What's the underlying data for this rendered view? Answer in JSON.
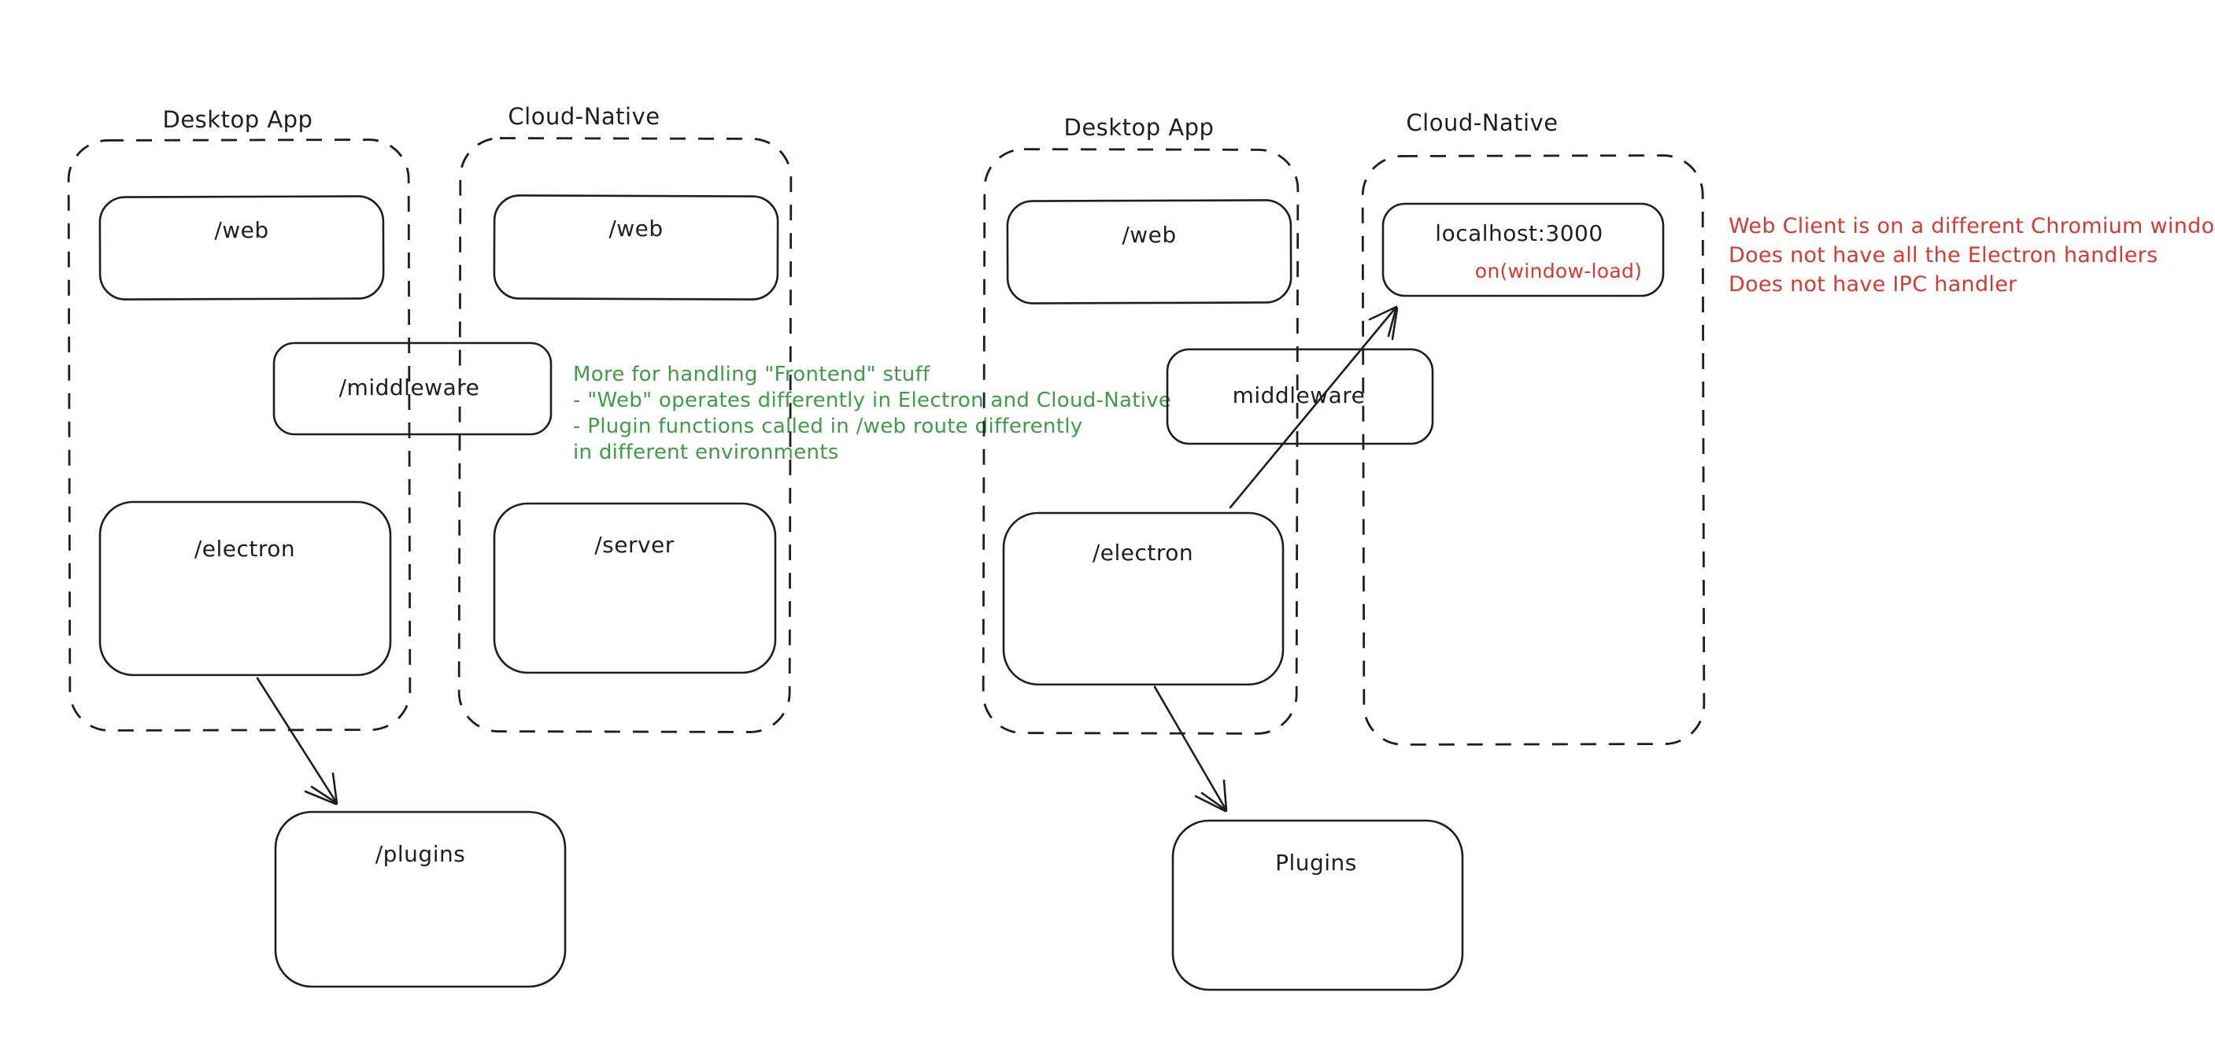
{
  "colors": {
    "ink": "#1e1e1e",
    "green": "#3f9b47",
    "red": "#d13b31",
    "background": "#ffffff"
  },
  "left_diagram": {
    "desktop_container_label": "Desktop App",
    "cloud_container_label": "Cloud-Native",
    "desktop_web_label": "/web",
    "cloud_web_label": "/web",
    "middleware_label": "/middleware",
    "electron_label": "/electron",
    "server_label": "/server",
    "plugins_label": "/plugins",
    "green_note_lines": [
      "More for handling \"Frontend\" stuff",
      "- \"Web\" operates differently in Electron and Cloud-Native",
      "- Plugin functions called in /web route differently",
      "in different environments"
    ]
  },
  "right_diagram": {
    "desktop_container_label": "Desktop App",
    "cloud_container_label": "Cloud-Native",
    "desktop_web_label": "/web",
    "localhost_label": "localhost:3000",
    "window_load_label": "on(window-load)",
    "middleware_label": "middleware",
    "electron_label": "/electron",
    "plugins_label": "Plugins",
    "red_note_lines": [
      "Web Client is on a different Chromium window",
      "Does not have all the Electron handlers",
      "Does not have IPC handler"
    ]
  }
}
